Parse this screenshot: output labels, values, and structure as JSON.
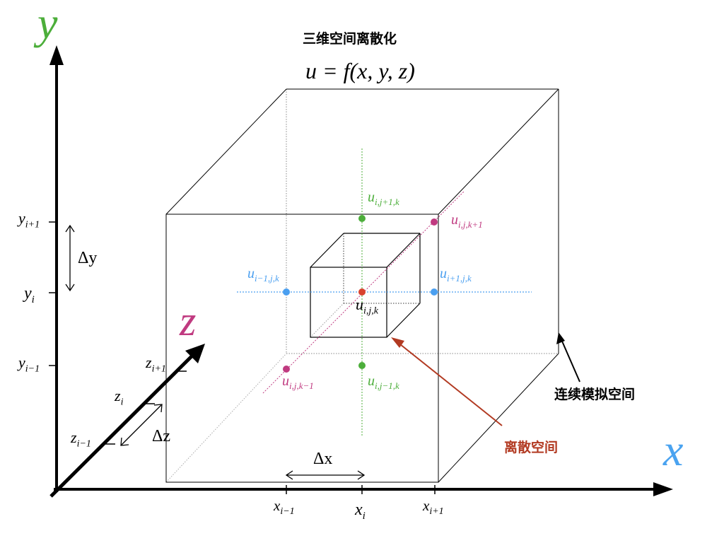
{
  "title": "三维空间离散化",
  "formula": "u = f(x, y, z)",
  "colors": {
    "x_axis_label": "#4aa3f0",
    "y_axis_label": "#4cae3a",
    "z_axis_label": "#c03a80",
    "center_point": "#d9432f",
    "x_neighbors": "#4a9ff0",
    "y_neighbors": "#4cae3a",
    "z_neighbors": "#c03a80",
    "discrete_annotation": "#b23a22",
    "axes": "#000000"
  },
  "axes": {
    "x": {
      "label": "x",
      "ticks": [
        {
          "base": "x",
          "sub": "i−1"
        },
        {
          "base": "x",
          "sub": "i"
        },
        {
          "base": "x",
          "sub": "i+1"
        }
      ],
      "delta": "Δx"
    },
    "y": {
      "label": "y",
      "ticks": [
        {
          "base": "y",
          "sub": "i+1"
        },
        {
          "base": "y",
          "sub": "i"
        },
        {
          "base": "y",
          "sub": "i−1"
        }
      ],
      "delta": "Δy"
    },
    "z": {
      "label": "z",
      "ticks": [
        {
          "base": "z",
          "sub": "i+1"
        },
        {
          "base": "z",
          "sub": "i"
        },
        {
          "base": "z",
          "sub": "i−1"
        }
      ],
      "delta": "Δz"
    }
  },
  "points": {
    "center": {
      "base": "u",
      "sub": "i,j,k"
    },
    "y_plus": {
      "base": "u",
      "sub": "i,j+1,k"
    },
    "y_minus": {
      "base": "u",
      "sub": "i,j−1,k"
    },
    "x_minus": {
      "base": "u",
      "sub": "i−1,j,k"
    },
    "x_plus": {
      "base": "u",
      "sub": "i+1,j,k"
    },
    "z_plus": {
      "base": "u",
      "sub": "i,j,k+1"
    },
    "z_minus": {
      "base": "u",
      "sub": "i,j,k−1"
    }
  },
  "annotations": {
    "continuous": "连续模拟空间",
    "discrete": "离散空间"
  }
}
